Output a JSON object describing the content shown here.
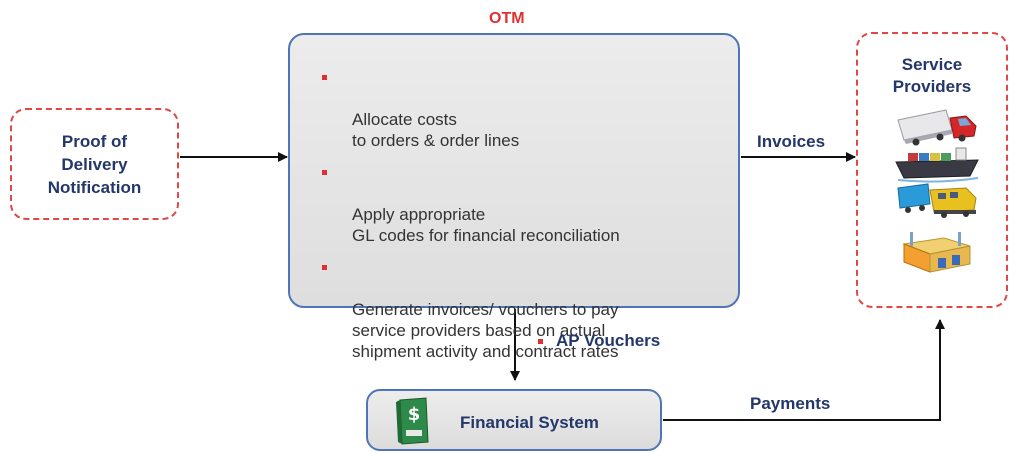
{
  "diagram": {
    "otm_label": "OTM",
    "proof_box": {
      "text": "Proof of\nDelivery\nNotification"
    },
    "otm_box": {
      "items": [
        "Allocate costs\nto orders & order lines",
        "Apply appropriate\nGL codes for financial reconciliation",
        "Generate invoices/ vouchers to pay\nservice providers based on actual\nshipment activity and contract rates"
      ]
    },
    "service_providers": {
      "title": "Service\nProviders",
      "icons": [
        "truck-icon",
        "ship-icon",
        "train-icon",
        "warehouse-icon"
      ]
    },
    "labels": {
      "invoices": "Invoices",
      "ap_vouchers": "AP Vouchers",
      "payments": "Payments"
    },
    "financial_system": {
      "label": "Financial System",
      "icon": "money-book-icon"
    },
    "colors": {
      "accent_red": "#e03030",
      "dashed_border": "#e04848",
      "box_border": "#4f75b8",
      "text_navy": "#24376a",
      "box_fill": "#e4e4e4"
    }
  }
}
